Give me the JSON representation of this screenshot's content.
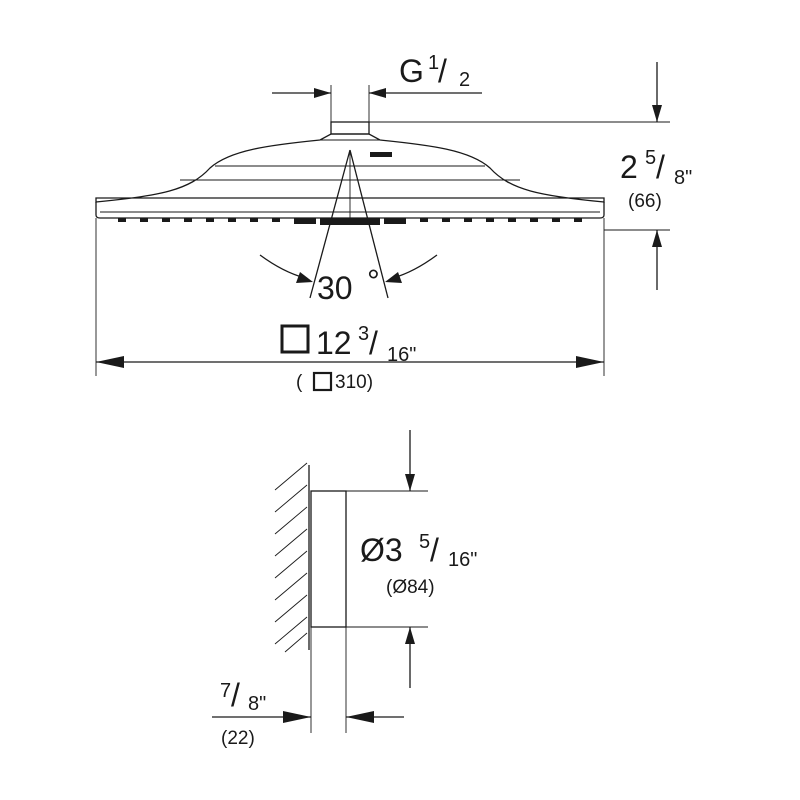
{
  "thread": {
    "letter": "G",
    "num": "1",
    "den": "2"
  },
  "height": {
    "whole": "2",
    "num": "5",
    "den": "8\"",
    "metric": "(66)"
  },
  "angle": {
    "value": "30",
    "unit": "°"
  },
  "square_size": {
    "whole": "12",
    "num": "3",
    "den": "16\"",
    "metric_open": "(",
    "metric_value": "310)"
  },
  "rosette": {
    "whole": "Ø3",
    "num": "5",
    "den": "16\"",
    "metric": "(Ø84)"
  },
  "projection": {
    "num": "7",
    "den": "8\"",
    "metric": "(22)"
  },
  "colors": {
    "line": "#1a1a1a",
    "background": "#ffffff"
  }
}
